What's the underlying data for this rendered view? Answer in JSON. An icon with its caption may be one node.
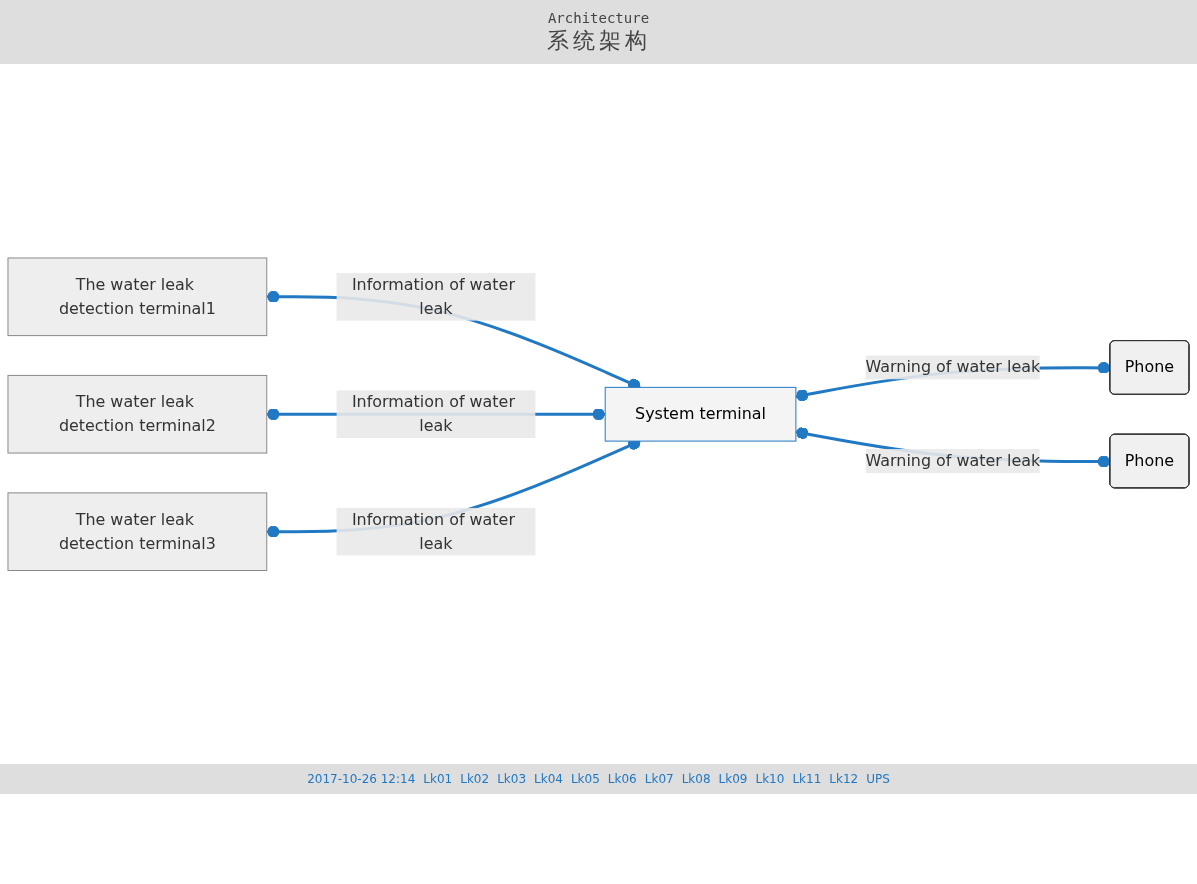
{
  "diagram": {
    "title": "系统架构",
    "nodes": [
      {
        "text": [
          "The water leak detection terminal1"
        ]
      },
      {
        "text": [
          "The water leak detection terminal2"
        ]
      },
      {
        "text": [
          "The water leak detection terminal3"
        ]
      },
      {
        "text": [
          "System terminal"
        ]
      },
      {
        "text": [
          "Phone"
        ]
      },
      {
        "text": [
          "Phone"
        ]
      }
    ],
    "edges": [
      {
        "from": 0,
        "to": 3,
        "arrow": "other",
        "label": "Information of water leak"
      },
      {
        "from": 1,
        "to": 3,
        "arrow": "other",
        "label": "Information of water leak"
      },
      {
        "from": 2,
        "to": 3,
        "arrow": "other",
        "label": "Information of water leak"
      },
      {
        "from": 3,
        "to": 4,
        "arrow": "other",
        "label": "Warning of water leak"
      },
      {
        "from": 3,
        "to": 5,
        "arrow": "other",
        "label": "Warning of water leak"
      }
    ],
    "labels": [
      "Architecture",
      "2017-10-26 12:14",
      "Lk01",
      "Lk02",
      "Lk03",
      "Lk04",
      "Lk05",
      "Lk06",
      "Lk07",
      "Lk08",
      "Lk09",
      "Lk10",
      "Lk11",
      "Lk12",
      "UPS"
    ]
  }
}
